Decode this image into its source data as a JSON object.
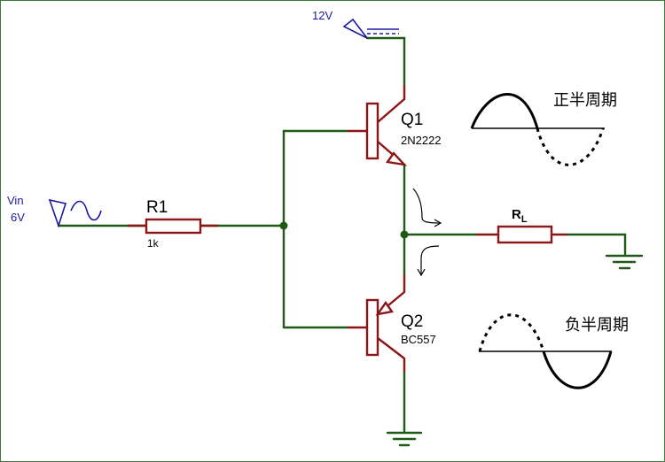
{
  "supply": {
    "label": "12V"
  },
  "input": {
    "name": "Vin",
    "value": "6V"
  },
  "r1": {
    "name": "R1",
    "value": "1k"
  },
  "q1": {
    "name": "Q1",
    "part": "2N2222"
  },
  "q2": {
    "name": "Q2",
    "part": "BC557"
  },
  "load": {
    "name": "R",
    "subscript": "L"
  },
  "waves": {
    "positive_label": "正半周期",
    "negative_label": "负半周期"
  },
  "colors": {
    "wire": "#1e5a14",
    "component": "#8c1515",
    "source_label": "#1a1aa0",
    "text": "#000000"
  }
}
